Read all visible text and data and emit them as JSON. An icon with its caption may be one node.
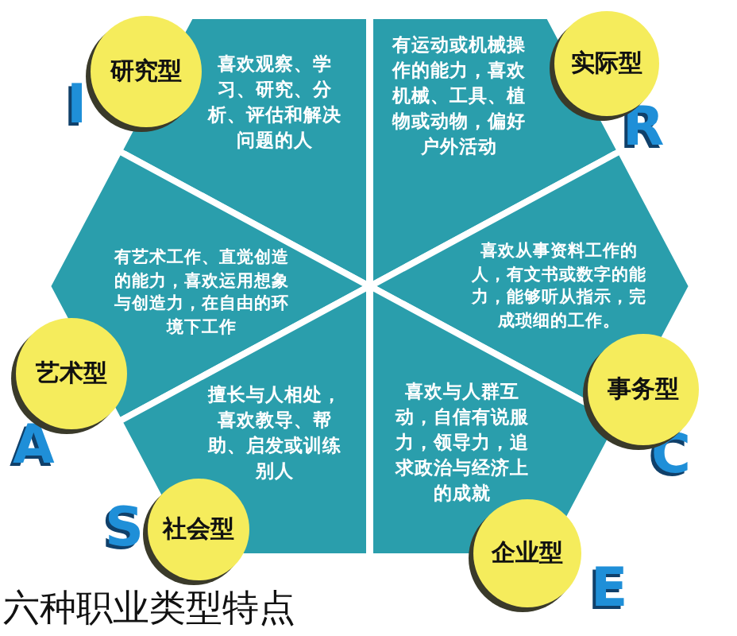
{
  "diagram": {
    "title": "六种职业类型特点",
    "nodes": [
      {
        "text": [
          "研究型"
        ],
        "beside": [
          "I"
        ]
      },
      {
        "text": [
          "喜欢观察、学习、研究、分析、评估和解决问题的人"
        ]
      },
      {
        "text": [
          "有运动或机械操作的能力，喜欢机械、工具、植物或动物，偏好户外活动"
        ]
      },
      {
        "text": [
          "实际型"
        ],
        "beside": [
          "R"
        ]
      },
      {
        "text": [
          "有艺术工作、直觉创造的能力，喜欢运用想象与创造力，在自由的环境下工作"
        ]
      },
      {
        "text": [
          "喜欢从事资料工作的人，有文书或数字的能力，能够听从指示，完成琐细的工作。"
        ]
      },
      {
        "text": [
          "艺术型"
        ],
        "beside": [
          "A"
        ]
      },
      {
        "text": [
          "事务型"
        ],
        "beside": [
          "C"
        ]
      },
      {
        "text": [
          "擅长与人相处，喜欢教导、帮助、启发或训练别人"
        ]
      },
      {
        "text": [
          "喜欢与人群互动，自信有说服力，领导力，追求政治与经济上的成就"
        ]
      },
      {
        "text": [
          "社会型"
        ],
        "beside": [
          "S"
        ]
      },
      {
        "text": [
          "企业型"
        ],
        "beside": [
          "E"
        ]
      }
    ],
    "edges": []
  }
}
